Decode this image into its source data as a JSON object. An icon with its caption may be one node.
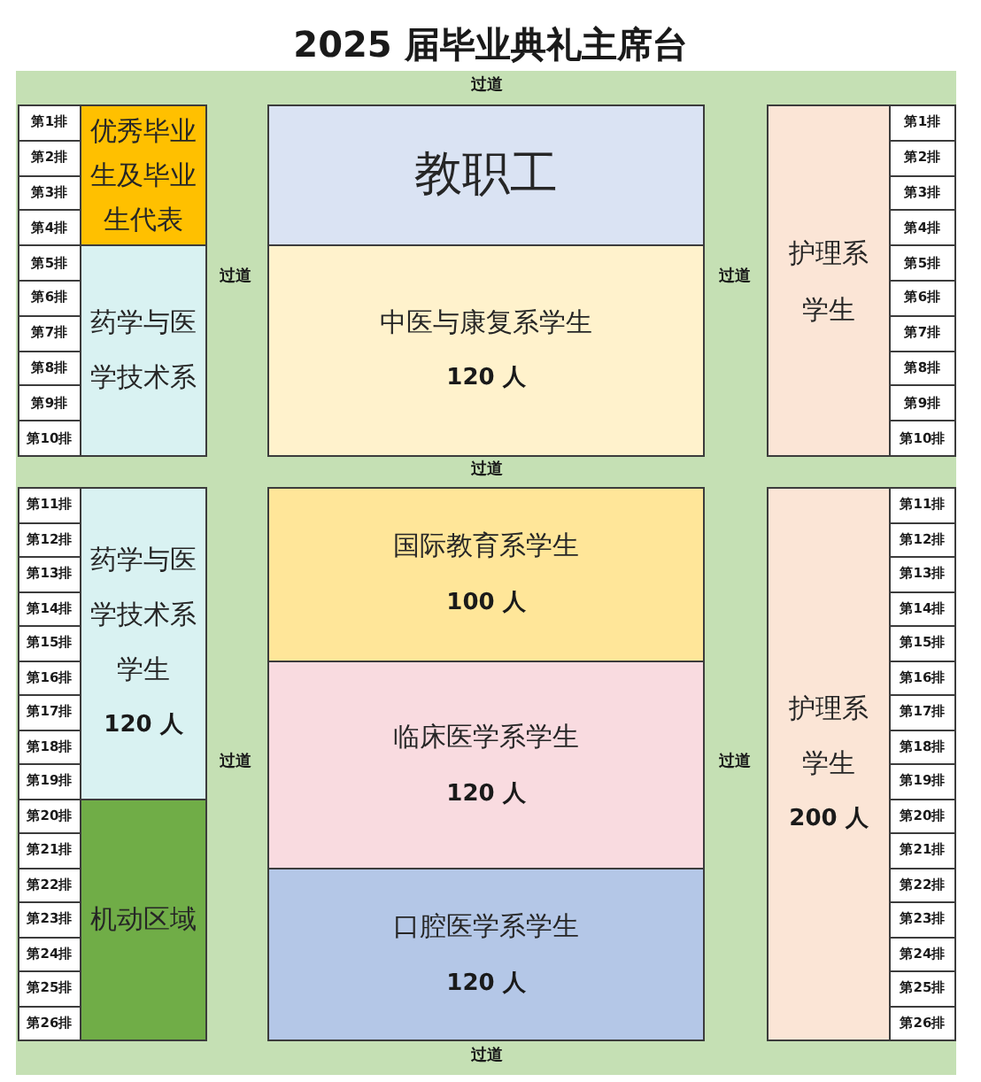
{
  "diagram": {
    "title": "2025 届毕业典礼主席台",
    "nodes": [
      {
        "text": [
          "第1排"
        ]
      },
      {
        "text": [
          "优秀毕业生及毕业生代表"
        ]
      },
      {
        "text": [
          "教职工"
        ]
      },
      {
        "text": [
          "护理系",
          "学生"
        ]
      },
      {
        "text": [
          "第1排"
        ]
      },
      {
        "text": [
          "第2排"
        ]
      },
      {
        "text": [
          "第2排"
        ]
      },
      {
        "text": [
          "第3排"
        ]
      },
      {
        "text": [
          "第3排"
        ]
      },
      {
        "text": [
          "第4排"
        ]
      },
      {
        "text": [
          "第4排"
        ]
      },
      {
        "text": [
          "第5排"
        ]
      },
      {
        "text": [
          "药学与医学技术系"
        ]
      },
      {
        "text": [
          "中医与康复系学生",
          "120 人"
        ]
      },
      {
        "text": [
          "第5排"
        ]
      },
      {
        "text": [
          "第6排"
        ]
      },
      {
        "text": [
          "第6排"
        ]
      },
      {
        "text": [
          "第7排"
        ]
      },
      {
        "text": [
          "第7排"
        ]
      },
      {
        "text": [
          "第8排"
        ]
      },
      {
        "text": [
          "第8排"
        ]
      },
      {
        "text": [
          "第9排"
        ]
      },
      {
        "text": [
          "第9排"
        ]
      },
      {
        "text": [
          "第10排"
        ]
      },
      {
        "text": [
          "第10排"
        ]
      },
      {
        "text": [
          "第11排"
        ]
      },
      {
        "text": [
          "药学与医学技术系学生",
          "120 人"
        ]
      },
      {
        "text": [
          "国际教育系学生",
          "100 人"
        ]
      },
      {
        "text": [
          "护理系",
          "学生",
          "200 人"
        ]
      },
      {
        "text": [
          "第11排"
        ]
      },
      {
        "text": [
          "第12排"
        ]
      },
      {
        "text": [
          "第12排"
        ]
      },
      {
        "text": [
          "第13排"
        ]
      },
      {
        "text": [
          "第13排"
        ]
      },
      {
        "text": [
          "第14排"
        ]
      },
      {
        "text": [
          "第14排"
        ]
      },
      {
        "text": [
          "第15排"
        ]
      },
      {
        "text": [
          "第15排"
        ]
      },
      {
        "text": [
          "第16排"
        ]
      },
      {
        "text": [
          "临床医学系学生",
          "120 人"
        ]
      },
      {
        "text": [
          "第16排"
        ]
      },
      {
        "text": [
          "第17排"
        ]
      },
      {
        "text": [
          "第17排"
        ]
      },
      {
        "text": [
          "第18排"
        ]
      },
      {
        "text": [
          "第18排"
        ]
      },
      {
        "text": [
          "第19排"
        ]
      },
      {
        "text": [
          "第19排"
        ]
      },
      {
        "text": [
          "第20排"
        ]
      },
      {
        "text": [
          "机动区域"
        ]
      },
      {
        "text": [
          "第20排"
        ]
      },
      {
        "text": [
          "第21排"
        ]
      },
      {
        "text": [
          "第21排"
        ]
      },
      {
        "text": [
          "第22排"
        ]
      },
      {
        "text": [
          "口腔医学系学生",
          "120 人"
        ]
      },
      {
        "text": [
          "第22排"
        ]
      },
      {
        "text": [
          "第23排"
        ]
      },
      {
        "text": [
          "第23排"
        ]
      },
      {
        "text": [
          "第24排"
        ]
      },
      {
        "text": [
          "第24排"
        ]
      },
      {
        "text": [
          "第25排"
        ]
      },
      {
        "text": [
          "第25排"
        ]
      },
      {
        "text": [
          "第26排"
        ]
      },
      {
        "text": [
          "第26排"
        ]
      }
    ],
    "labels": [
      "过道",
      "过道",
      "过道",
      "过道",
      "过道",
      "过道",
      "过道"
    ]
  }
}
